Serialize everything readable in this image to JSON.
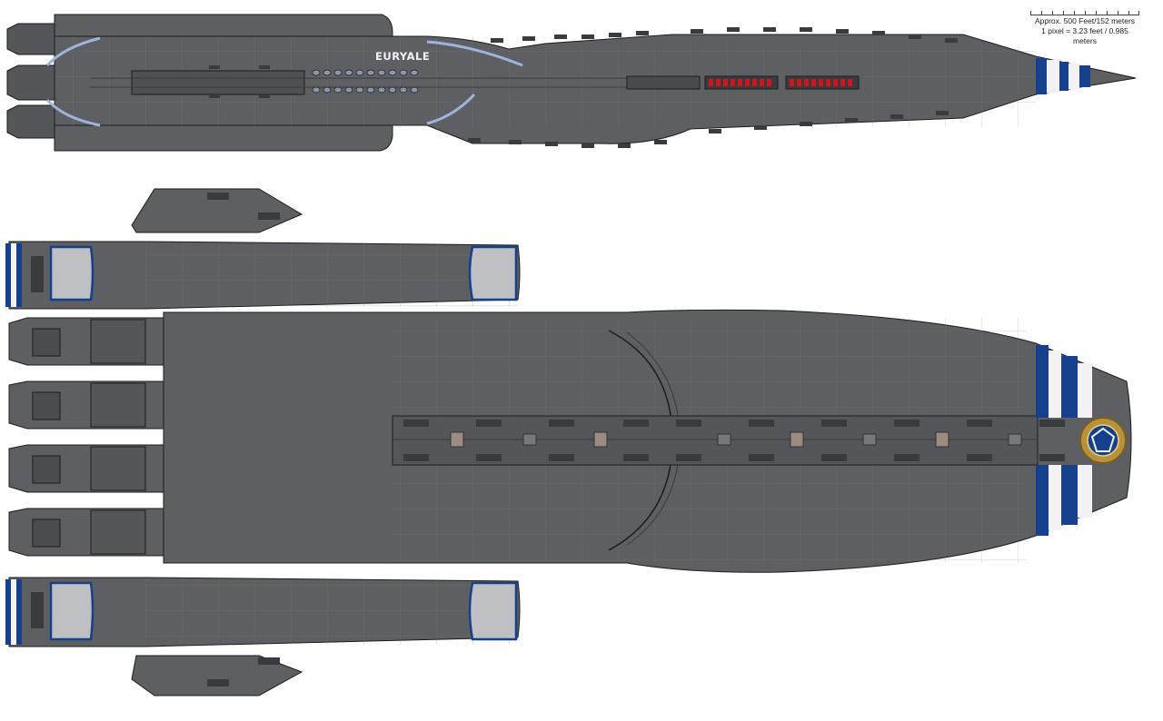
{
  "ship": {
    "name": "EURYALE"
  },
  "scale": {
    "line1": "Approx. 500 Feet/152 meters",
    "line2": "1 pixel = 3.23 feet / 0.985 meters"
  },
  "colors": {
    "hull": "#5e5f63",
    "hull_light": "#67686c",
    "outline": "#1c1c1e",
    "panel_line": "#7a7b80",
    "stripe_blue": "#163f8c",
    "stripe_white": "#f2f2f2",
    "glass": "#bfc0c3",
    "lights_red": "#d0161a",
    "emblem_gold": "#b8923a"
  },
  "icons": [
    "turret-icon",
    "emblem-icon",
    "engine-nozzle-icon"
  ]
}
